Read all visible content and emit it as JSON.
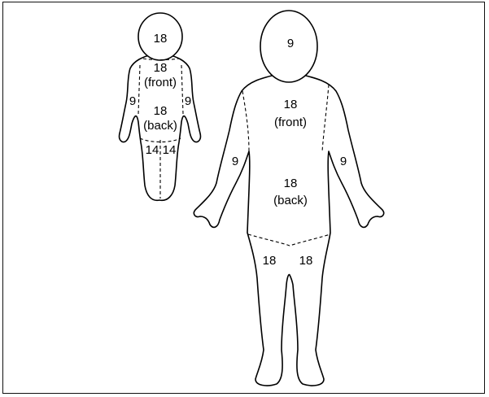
{
  "child": {
    "head": "18",
    "trunk_front": [
      "18",
      "(front)"
    ],
    "trunk_back": [
      "18",
      "(back)"
    ],
    "arm_left": "9",
    "arm_right": "9",
    "leg_left": "14",
    "leg_right": "14"
  },
  "adult": {
    "head": "9",
    "trunk_front": [
      "18",
      "(front)"
    ],
    "trunk_back": [
      "18",
      "(back)"
    ],
    "arm_left": "9",
    "arm_right": "9",
    "leg_left": "18",
    "leg_right": "18"
  },
  "colors": {
    "line": "#000000",
    "background": "#ffffff"
  }
}
